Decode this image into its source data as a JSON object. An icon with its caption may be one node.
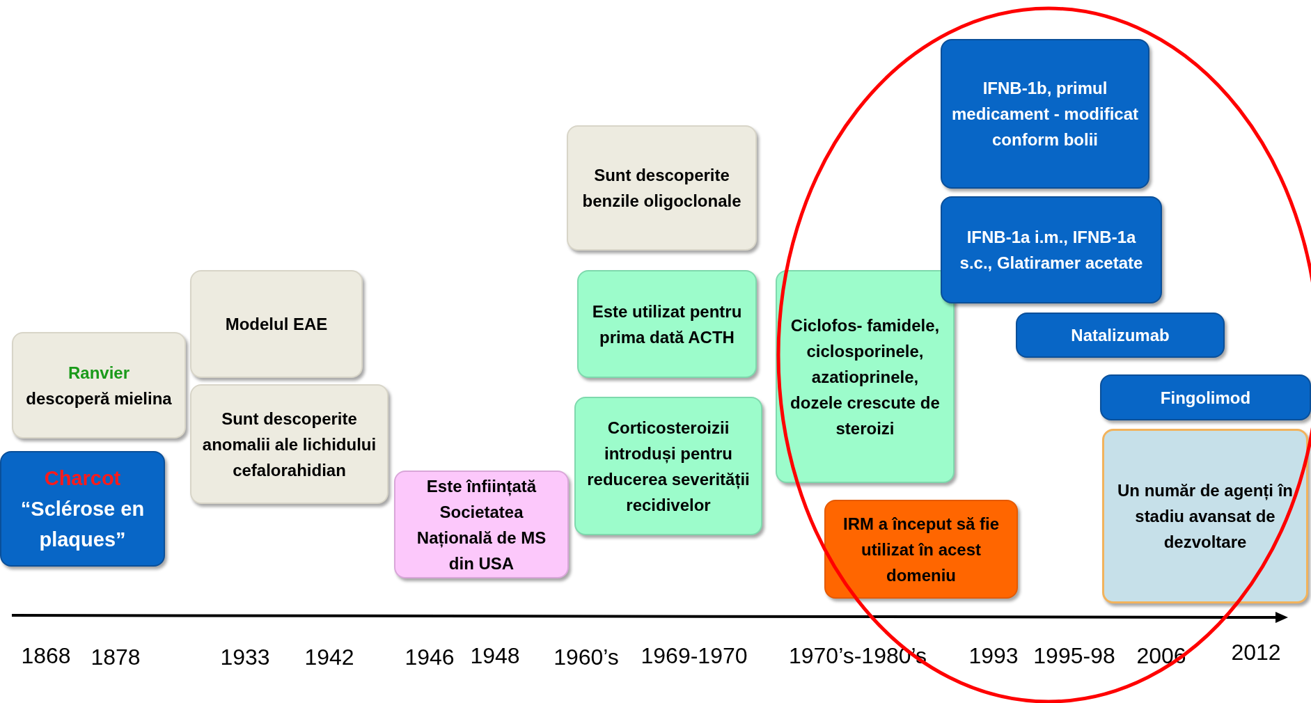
{
  "diagram": {
    "nodes": [
      {
        "text": [
          "Ranvier",
          "descoperă mielina"
        ]
      },
      {
        "text": [
          "Charcot",
          "“Sclérose en plaques”"
        ]
      },
      {
        "text": [
          "Modelul EAE"
        ]
      },
      {
        "text": [
          "Sunt descoperite anomalii ale lichidului cefalorahidian"
        ]
      },
      {
        "text": [
          "Este înființată Societatea Națională de MS din USA"
        ]
      },
      {
        "text": [
          "Sunt descoperite benzile oligoclonale"
        ]
      },
      {
        "text": [
          "Este utilizat pentru prima dată ACTH"
        ]
      },
      {
        "text": [
          "Corticosteroizii introduși pentru reducerea severității recidivelor"
        ]
      },
      {
        "text": [
          "Ciclofos- famidele, ciclosporinele, azatioprinele, dozele crescute de steroizi"
        ]
      },
      {
        "text": [
          "IRM a început să fie utilizat în acest domeniu"
        ]
      },
      {
        "text": [
          "IFNB-1b, primul medicament - modificat conform bolii"
        ]
      },
      {
        "text": [
          "IFNB-1a i.m., IFNB-1a s.c., Glatiramer acetate"
        ]
      },
      {
        "text": [
          "Natalizumab"
        ]
      },
      {
        "text": [
          "Fingolimod"
        ]
      },
      {
        "text": [
          "Un număr de agenți în stadiu avansat de dezvoltare"
        ]
      }
    ],
    "edges": [],
    "labels": [
      "1868",
      "1878",
      "1933",
      "1942",
      "1946",
      "1948",
      "1960’s",
      "1969-1970",
      "1970’s-1980’s",
      "1993",
      "1995-98",
      "2006",
      "2012"
    ]
  }
}
